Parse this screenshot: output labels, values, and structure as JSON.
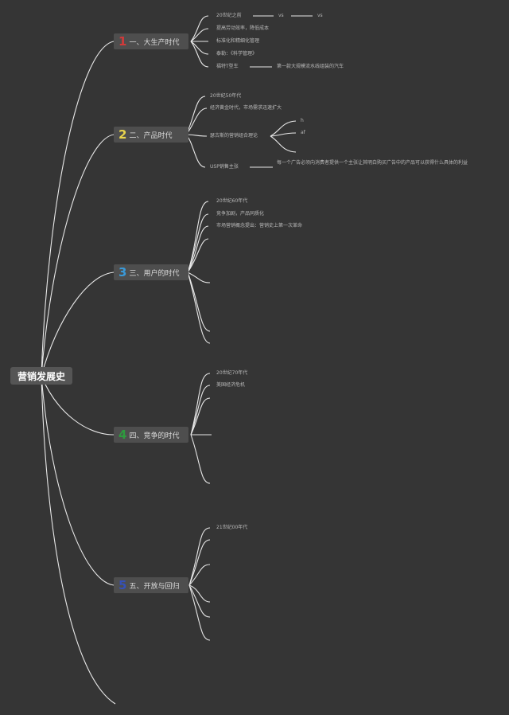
{
  "root": {
    "label": "营销发展史"
  },
  "branches": [
    {
      "num": "1",
      "num_color": "#d23a3a",
      "label": "一、大生产时代",
      "items": [
        {
          "text": "20世纪之前",
          "chain": [
            "vs",
            "vs"
          ]
        },
        {
          "text": "提高劳动效率，降低成本"
        },
        {
          "text": "标准化和精细化管理"
        },
        {
          "text": "泰勒：《科学管理》"
        },
        {
          "text": "福特T型车",
          "detail": "第一款大规模流水线组装的汽车"
        }
      ]
    },
    {
      "num": "2",
      "num_color": "#e8d44d",
      "label": "二、产品时代",
      "items": [
        {
          "text": "20世纪50年代"
        },
        {
          "text": "经济黄金时代，市场需求迅速扩大"
        },
        {
          "text": "瑟古斯的营销组合理论",
          "subs": [
            "h",
            "af",
            ""
          ]
        },
        {
          "text": "USP销售主张",
          "detail": "每一个广告必须向消费者提供一个主张让其明白购买广告中的产品可以获得什么具体的利益"
        }
      ]
    },
    {
      "num": "3",
      "num_color": "#3a9ad9",
      "label": "三、用户的时代",
      "items": [
        {
          "text": "20世纪60年代"
        },
        {
          "text": "竞争加剧，产品同质化"
        },
        {
          "text": "市场营销概念提出：营销史上第一次革命"
        },
        {
          "text": ""
        },
        {
          "text": ""
        },
        {
          "text": ""
        },
        {
          "text": ""
        }
      ]
    },
    {
      "num": "4",
      "num_color": "#2e9a3e",
      "label": "四、竞争的时代",
      "items": [
        {
          "text": "20世纪70年代"
        },
        {
          "text": "美国经济危机"
        },
        {
          "text": ""
        },
        {
          "text": ""
        },
        {
          "text": ""
        }
      ]
    },
    {
      "num": "5",
      "num_color": "#3550b8",
      "label": "五、开放与回归",
      "items": [
        {
          "text": "21世纪00年代"
        },
        {
          "text": ""
        },
        {
          "text": ""
        },
        {
          "text": ""
        },
        {
          "text": ""
        },
        {
          "text": ""
        }
      ]
    }
  ]
}
